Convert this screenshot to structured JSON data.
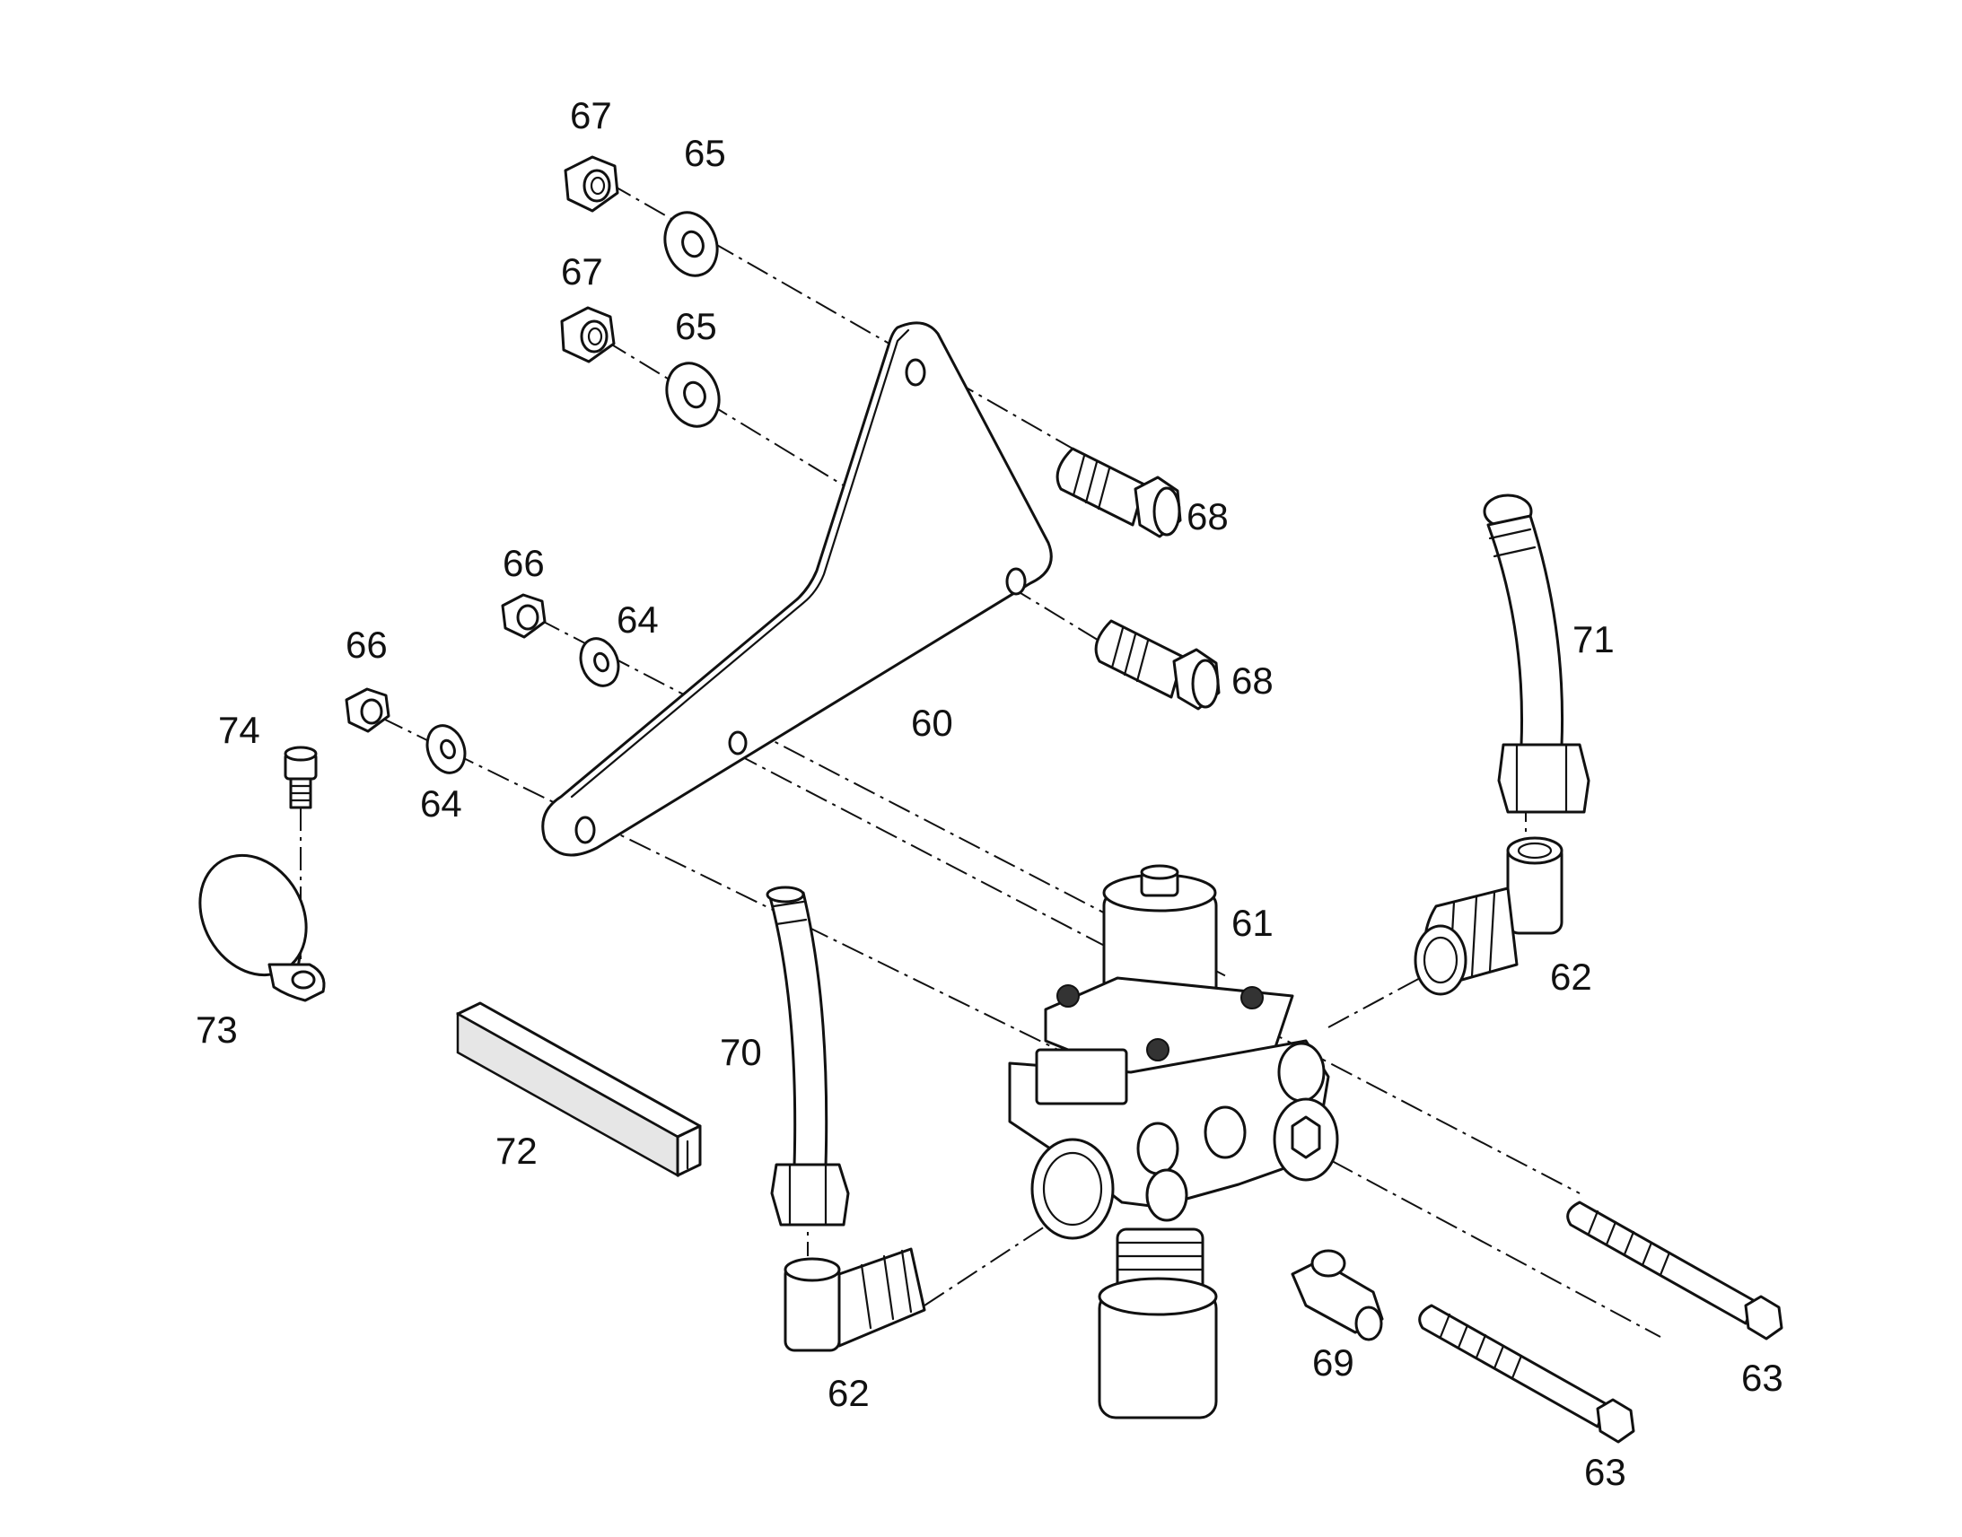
{
  "callouts": {
    "c60": "60",
    "c61": "61",
    "c62a": "62",
    "c62b": "62",
    "c63a": "63",
    "c63b": "63",
    "c64a": "64",
    "c64b": "64",
    "c65a": "65",
    "c65b": "65",
    "c66a": "66",
    "c66b": "66",
    "c67a": "67",
    "c67b": "67",
    "c68a": "68",
    "c68b": "68",
    "c69": "69",
    "c70": "70",
    "c71": "71",
    "c72": "72",
    "c73": "73",
    "c74": "74"
  }
}
